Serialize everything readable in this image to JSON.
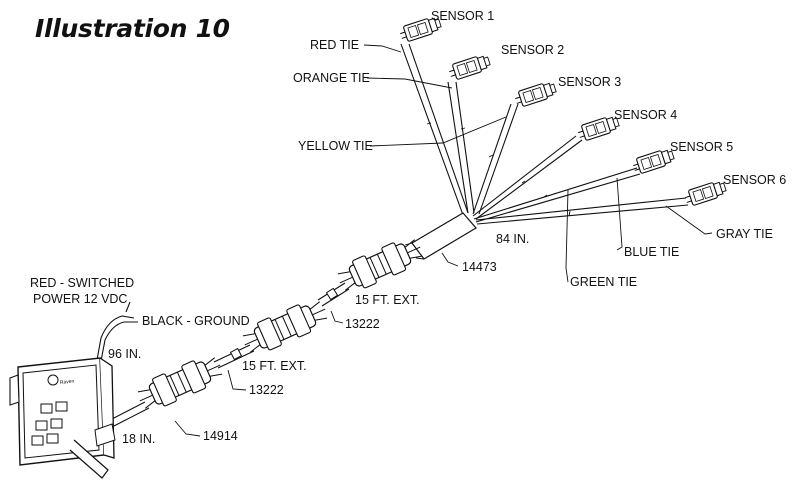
{
  "title": "Illustration 10",
  "labels": {
    "sensor1": "SENSOR 1",
    "sensor2": "SENSOR 2",
    "sensor3": "SENSOR 3",
    "sensor4": "SENSOR 4",
    "sensor5": "SENSOR 5",
    "sensor6": "SENSOR 6",
    "red_tie": "RED TIE",
    "orange_tie": "ORANGE TIE",
    "yellow_tie": "YELLOW TIE",
    "green_tie": "GREEN TIE",
    "blue_tie": "BLUE TIE",
    "gray_tie": "GRAY TIE",
    "len_84": "84 IN.",
    "part_14473": "14473",
    "ext_1": "15 FT. EXT.",
    "ext_2": "15 FT. EXT.",
    "part_13222_a": "13222",
    "part_13222_b": "13222",
    "part_14914": "14914",
    "len_18": "18 IN.",
    "len_96": "96 IN.",
    "black_ground": "BLACK - GROUND",
    "red_switched_1": "RED - SWITCHED",
    "red_switched_2": "POWER 12 VDC"
  }
}
